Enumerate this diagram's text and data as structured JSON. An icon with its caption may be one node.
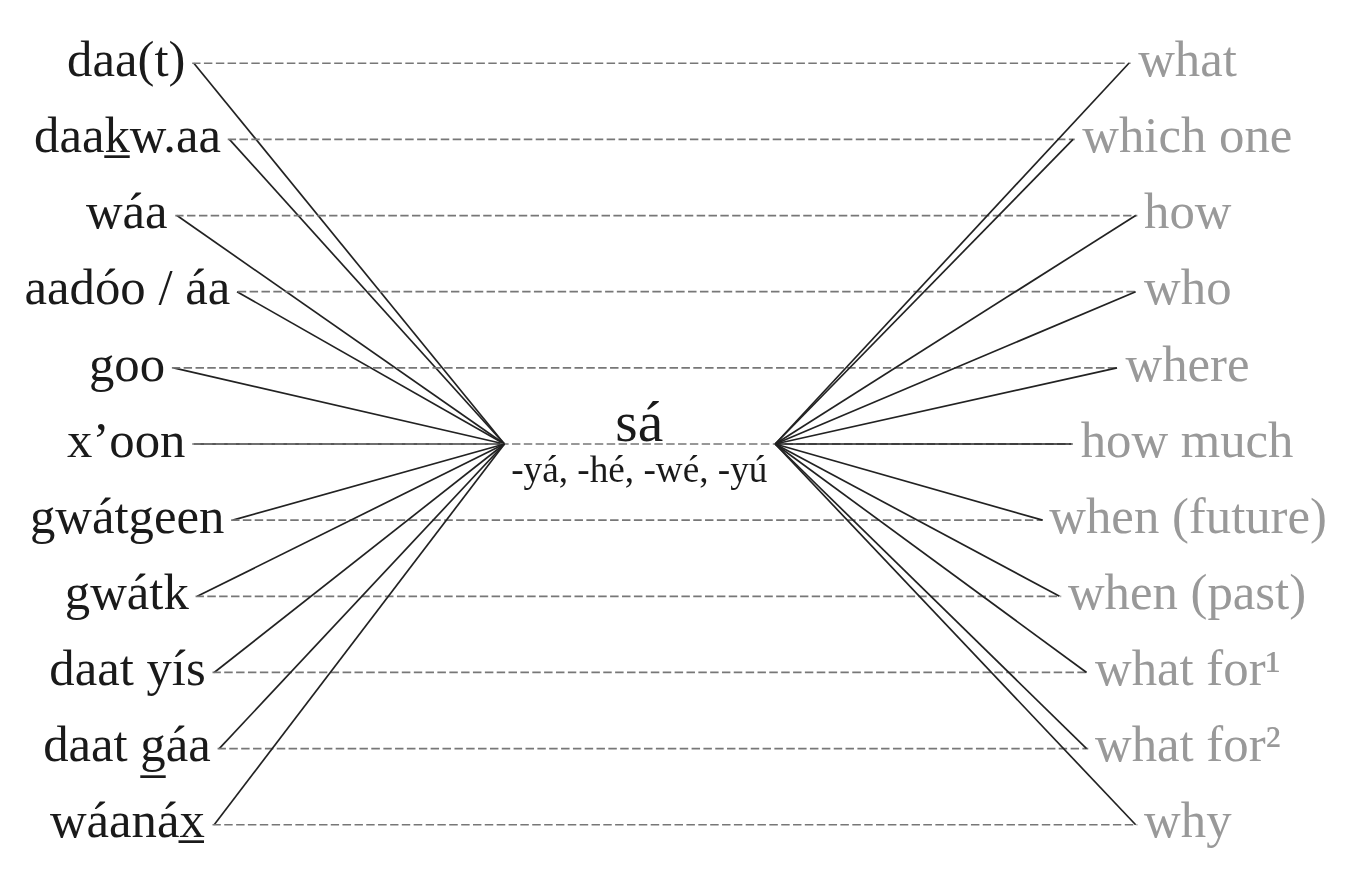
{
  "diagram": {
    "nodes": [
      {
        "text": [
          "daa(t)"
        ]
      },
      {
        "text": [
          "daak̲w.aa"
        ]
      },
      {
        "text": [
          "wáa"
        ]
      },
      {
        "text": [
          "aadóo / áa"
        ]
      },
      {
        "text": [
          "goo"
        ]
      },
      {
        "text": [
          "x’oon"
        ]
      },
      {
        "text": [
          "gwátgeen"
        ]
      },
      {
        "text": [
          "gwátk"
        ]
      },
      {
        "text": [
          "daat yís"
        ]
      },
      {
        "text": [
          "daat g̲áa"
        ]
      },
      {
        "text": [
          "wáanáx̲"
        ]
      },
      {
        "text": [
          "sá",
          "-yá, -hé, -wé, -yú"
        ]
      },
      {
        "text": [
          "what"
        ]
      },
      {
        "text": [
          "which one"
        ]
      },
      {
        "text": [
          "how"
        ]
      },
      {
        "text": [
          "who"
        ]
      },
      {
        "text": [
          "where"
        ]
      },
      {
        "text": [
          "how much"
        ]
      },
      {
        "text": [
          "when (future)"
        ]
      },
      {
        "text": [
          "when (past)"
        ]
      },
      {
        "text": [
          "what for¹"
        ]
      },
      {
        "text": [
          "what for²"
        ]
      },
      {
        "text": [
          "why"
        ]
      }
    ],
    "edges": [
      {
        "from": 0,
        "to": 11,
        "arrow": "none"
      },
      {
        "from": 1,
        "to": 11,
        "arrow": "none"
      },
      {
        "from": 2,
        "to": 11,
        "arrow": "none"
      },
      {
        "from": 3,
        "to": 11,
        "arrow": "none"
      },
      {
        "from": 4,
        "to": 11,
        "arrow": "none"
      },
      {
        "from": 5,
        "to": 11,
        "arrow": "none"
      },
      {
        "from": 6,
        "to": 11,
        "arrow": "none"
      },
      {
        "from": 7,
        "to": 11,
        "arrow": "none"
      },
      {
        "from": 8,
        "to": 11,
        "arrow": "none"
      },
      {
        "from": 9,
        "to": 11,
        "arrow": "none"
      },
      {
        "from": 10,
        "to": 11,
        "arrow": "none"
      },
      {
        "from": 11,
        "to": 12,
        "arrow": "none"
      },
      {
        "from": 11,
        "to": 13,
        "arrow": "none"
      },
      {
        "from": 11,
        "to": 14,
        "arrow": "none"
      },
      {
        "from": 11,
        "to": 15,
        "arrow": "none"
      },
      {
        "from": 11,
        "to": 16,
        "arrow": "none"
      },
      {
        "from": 11,
        "to": 17,
        "arrow": "none"
      },
      {
        "from": 11,
        "to": 18,
        "arrow": "none"
      },
      {
        "from": 11,
        "to": 19,
        "arrow": "none"
      },
      {
        "from": 11,
        "to": 20,
        "arrow": "none"
      },
      {
        "from": 11,
        "to": 21,
        "arrow": "none"
      },
      {
        "from": 11,
        "to": 22,
        "arrow": "none"
      },
      {
        "from": 0,
        "to": 12,
        "arrow": "none",
        "style": "dashed"
      },
      {
        "from": 1,
        "to": 13,
        "arrow": "none",
        "style": "dashed"
      },
      {
        "from": 2,
        "to": 14,
        "arrow": "none",
        "style": "dashed"
      },
      {
        "from": 3,
        "to": 15,
        "arrow": "none",
        "style": "dashed"
      },
      {
        "from": 4,
        "to": 16,
        "arrow": "none",
        "style": "dashed"
      },
      {
        "from": 5,
        "to": 17,
        "arrow": "none",
        "style": "dashed"
      },
      {
        "from": 6,
        "to": 18,
        "arrow": "none",
        "style": "dashed"
      },
      {
        "from": 7,
        "to": 19,
        "arrow": "none",
        "style": "dashed"
      },
      {
        "from": 8,
        "to": 20,
        "arrow": "none",
        "style": "dashed"
      },
      {
        "from": 9,
        "to": 21,
        "arrow": "none",
        "style": "dashed"
      },
      {
        "from": 10,
        "to": 22,
        "arrow": "none",
        "style": "dashed"
      }
    ]
  }
}
